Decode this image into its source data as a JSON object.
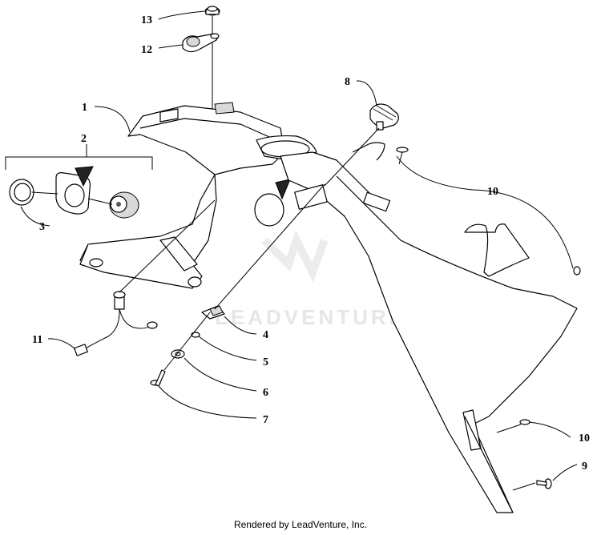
{
  "diagram": {
    "watermark": "LEADVENTURE",
    "footer": "Rendered by LeadVenture, Inc.",
    "callouts": [
      {
        "id": "c13",
        "label": "13"
      },
      {
        "id": "c12",
        "label": "12"
      },
      {
        "id": "c8",
        "label": "8"
      },
      {
        "id": "c1",
        "label": "1"
      },
      {
        "id": "c2",
        "label": "2"
      },
      {
        "id": "c10a",
        "label": "10"
      },
      {
        "id": "c3",
        "label": "3"
      },
      {
        "id": "c4",
        "label": "4"
      },
      {
        "id": "c11",
        "label": "11"
      },
      {
        "id": "c5",
        "label": "5"
      },
      {
        "id": "c6",
        "label": "6"
      },
      {
        "id": "c7",
        "label": "7"
      },
      {
        "id": "c10b",
        "label": "10"
      },
      {
        "id": "c9",
        "label": "9"
      }
    ]
  }
}
